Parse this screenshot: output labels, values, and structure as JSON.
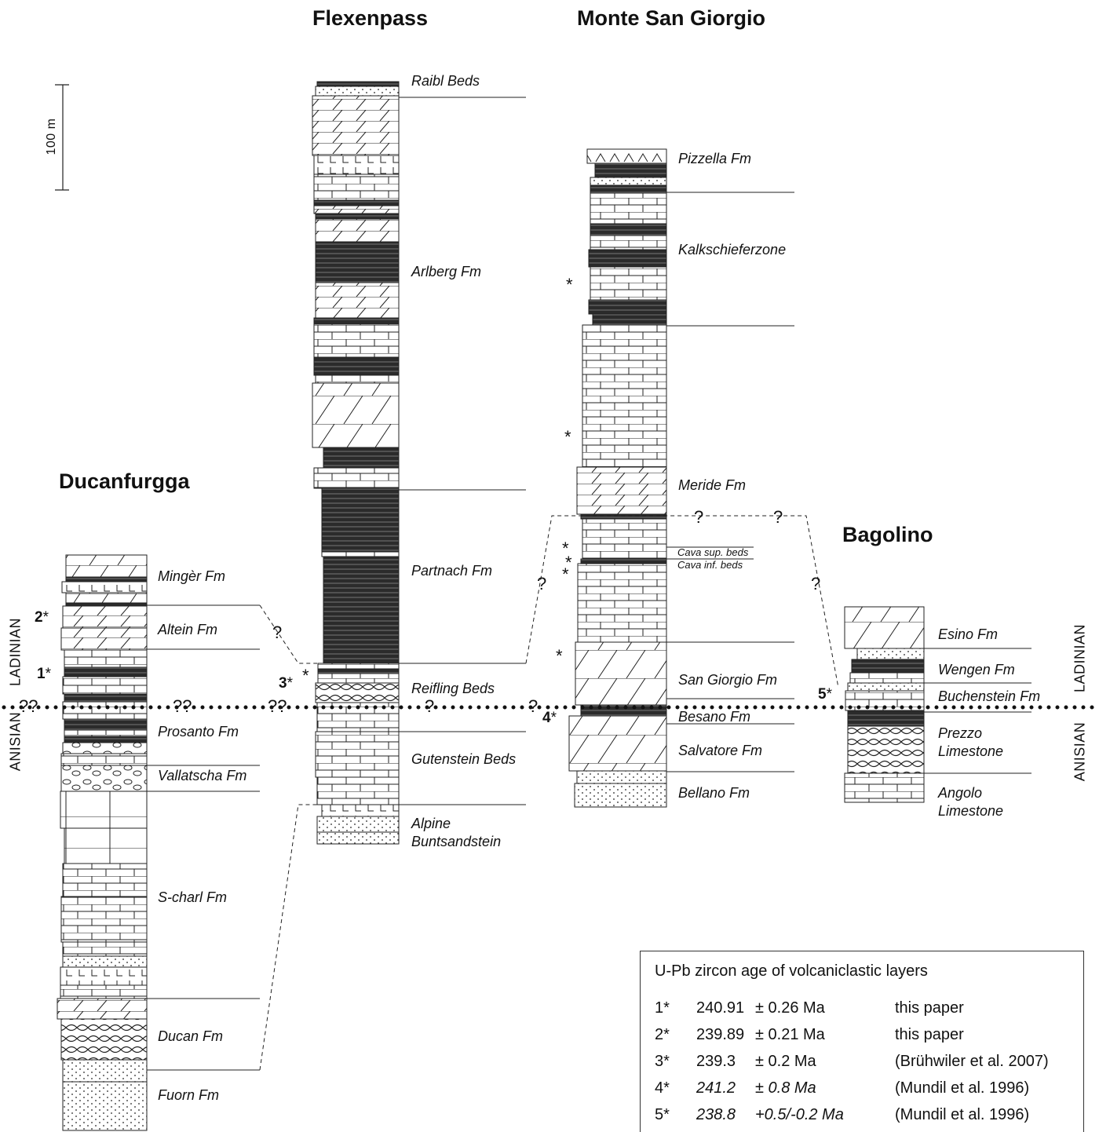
{
  "sections": {
    "flexenpass": "Flexenpass",
    "monte_san_giorgio": "Monte San Giorgio",
    "ducanfurgga": "Ducanfurgga",
    "bagolino": "Bagolino"
  },
  "scale_bar": {
    "label": "100 m",
    "value_m": 100
  },
  "stages": {
    "ladinian": "LADINIAN",
    "anisian": "ANISIAN"
  },
  "uncertain_mark": "?",
  "double_uncertain_mark": "??",
  "star_glyph": "*",
  "formations": {
    "ducanfurgga": [
      "Mingèr Fm",
      "Altein Fm",
      "Prosanto Fm",
      "Vallatscha Fm",
      "S-charl Fm",
      "Ducan Fm",
      "Fuorn Fm"
    ],
    "flexenpass": [
      "Raibl Beds",
      "Arlberg Fm",
      "Partnach Fm",
      "Reifling Beds",
      "Gutenstein Beds",
      "Alpine Buntsandstein"
    ],
    "monte_san_giorgio": [
      "Pizzella Fm",
      "Kalkschieferzone",
      "Meride Fm",
      "Cava sup. beds",
      "Cava inf. beds",
      "San Giorgio Fm",
      "Besano Fm",
      "Salvatore Fm",
      "Bellano Fm"
    ],
    "bagolino": [
      "Esino Fm",
      "Wengen Fm",
      "Buchenstein Fm",
      "Prezzo Limestone",
      "Angolo Limestone"
    ]
  },
  "layer_markers": [
    "1",
    "2",
    "3",
    "4",
    "5"
  ],
  "legend": {
    "title": "U-Pb zircon age of volcaniclastic layers",
    "rows": [
      {
        "num": "1*",
        "age": "240.91",
        "error": "± 0.26 Ma",
        "source": "this paper",
        "italic": false
      },
      {
        "num": "2*",
        "age": "239.89",
        "error": "± 0.21 Ma",
        "source": "this paper",
        "italic": false
      },
      {
        "num": "3*",
        "age": "239.3",
        "error": "± 0.2 Ma",
        "source": "(Brühwiler et al. 2007)",
        "italic": false
      },
      {
        "num": "4*",
        "age": "241.2",
        "error": "± 0.8 Ma",
        "source": "(Mundil et al. 1996)",
        "italic": true
      },
      {
        "num": "5*",
        "age": "238.8",
        "error": "+0.5/-0.2 Ma",
        "source": "(Mundil et al. 1996)",
        "italic": true
      }
    ]
  },
  "colors": {
    "ink": "#111111",
    "shale": "#2b2b2b",
    "background": "#ffffff"
  }
}
